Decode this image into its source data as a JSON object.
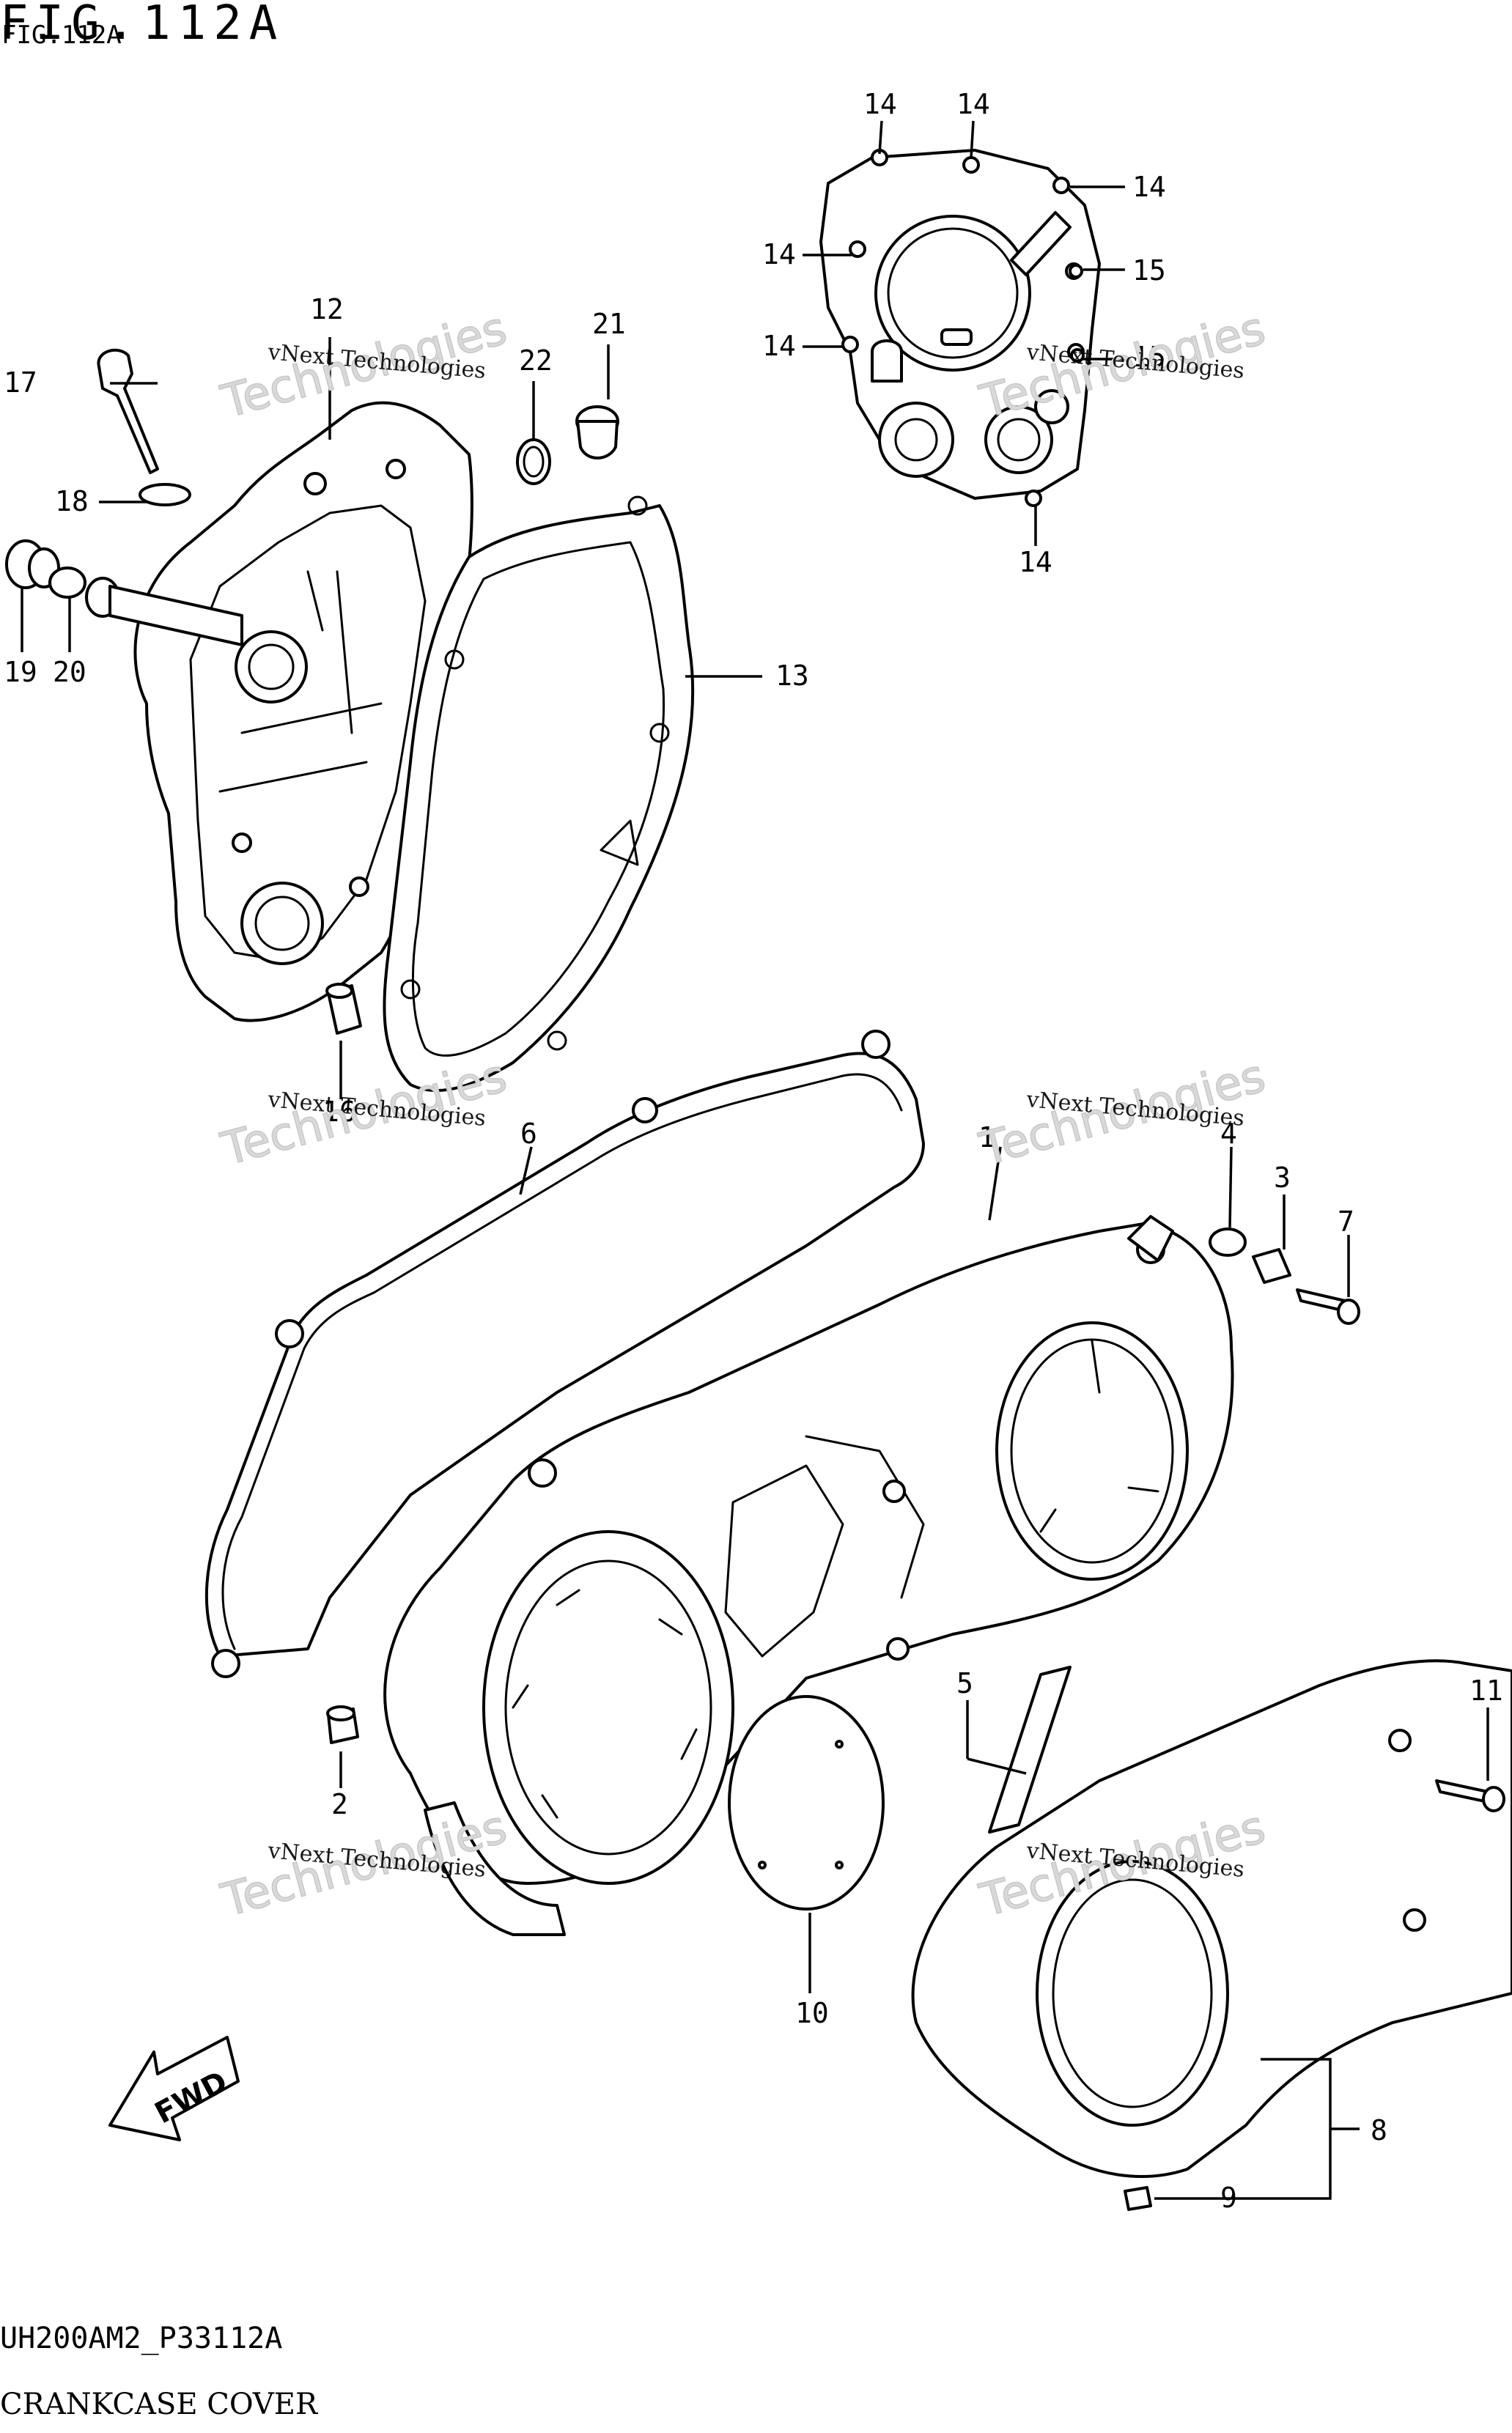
{
  "header": {
    "figure_title": "FIG.112A",
    "figure_subtitle": "FIG.112A"
  },
  "footer": {
    "diagram_code": "UH200AM2_P33112A",
    "section_name": "CRANKCASE COVER"
  },
  "watermark": {
    "company": "vNext Technologies",
    "overlay": "Technologies"
  },
  "fwd_arrow": {
    "label": "FWD"
  },
  "callouts": [
    "1",
    "2",
    "3",
    "4",
    "5",
    "6",
    "7",
    "8",
    "9",
    "10",
    "11",
    "12",
    "13",
    "14",
    "15",
    "16",
    "17",
    "18",
    "19",
    "20",
    "21",
    "22"
  ],
  "colors": {
    "ink": "#000000",
    "paper": "#ffffff",
    "watermark": "#d9d9d9"
  }
}
